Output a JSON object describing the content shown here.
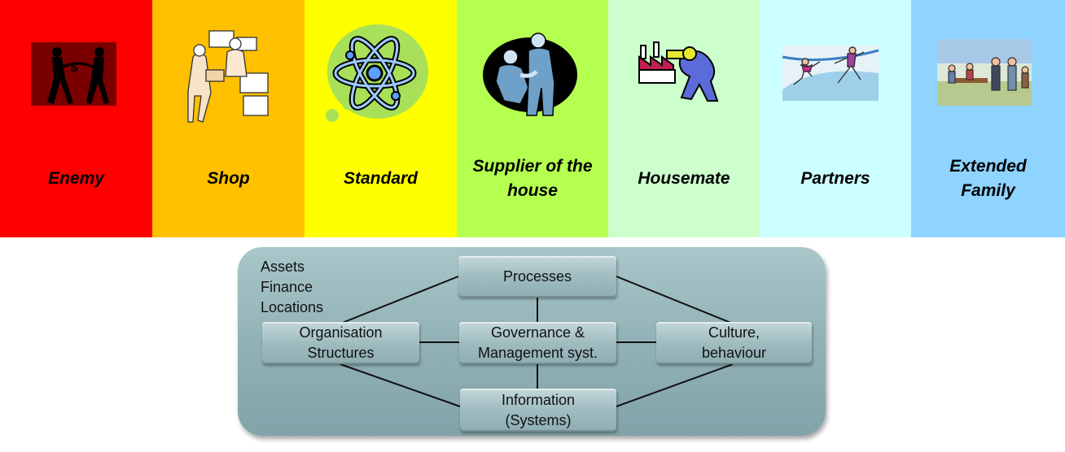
{
  "columns": [
    {
      "label": "Enemy",
      "color": "#ff0000",
      "icon": "tug-of-war-silhouette-icon"
    },
    {
      "label": "Shop",
      "color": "#ffc000",
      "icon": "shopkeeper-customer-icon"
    },
    {
      "label": "Standard",
      "color": "#ffff00",
      "icon": "atom-icon"
    },
    {
      "label": "Supplier of the\nhouse",
      "color": "#b4ff50",
      "icon": "handshake-businessmen-icon"
    },
    {
      "label": "Housemate",
      "color": "#ccffcc",
      "icon": "factory-key-icon"
    },
    {
      "label": "Partners",
      "color": "#ccffff",
      "icon": "ice-skaters-icon"
    },
    {
      "label": "Extended\nFamily",
      "color": "#8fd3ff",
      "icon": "family-gathering-icon"
    }
  ],
  "diagram": {
    "assets_list": [
      "Assets",
      "Finance",
      "Locations"
    ],
    "nodes": {
      "processes": "Processes",
      "organisation": "Organisation\nStructures",
      "governance": "Governance &\nManagement syst.",
      "culture": "Culture,\nbehaviour",
      "information": "Information\n(Systems)"
    }
  }
}
